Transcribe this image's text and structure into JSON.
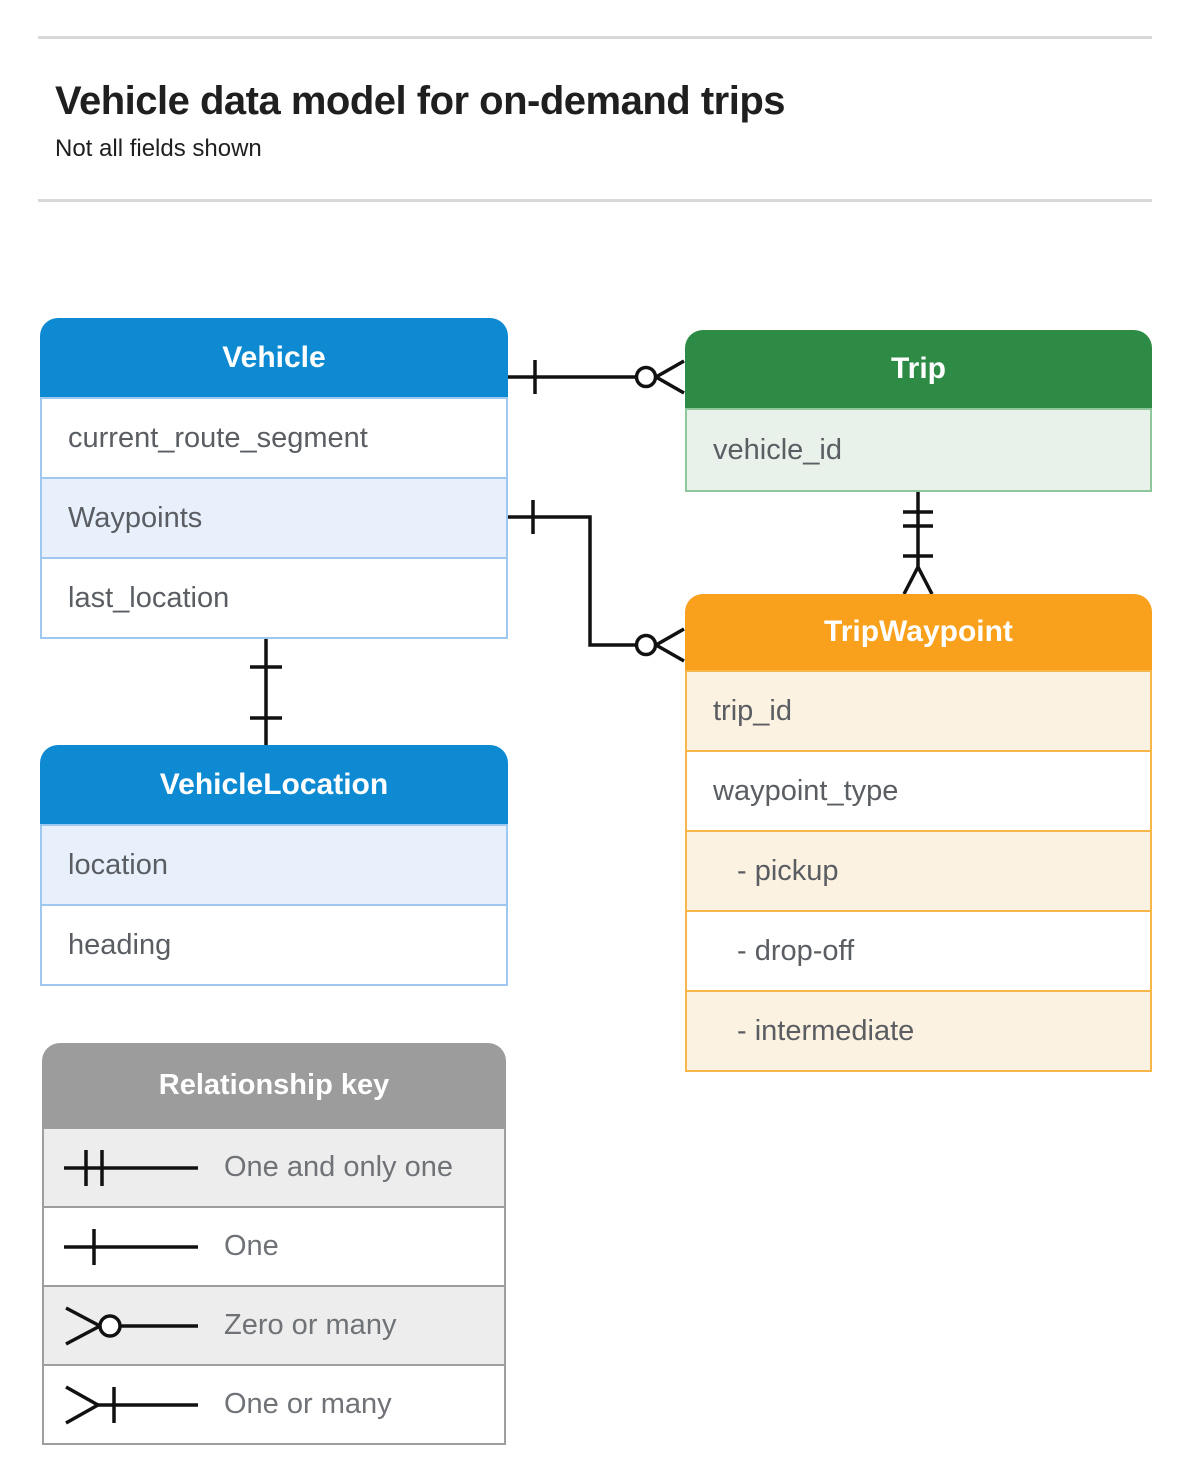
{
  "page": {
    "title": "Vehicle data model for on-demand trips",
    "subtitle": "Not all fields shown"
  },
  "colors": {
    "vehicle_accent": "#0e8ad3",
    "trip_accent": "#2e8b46",
    "trip_waypoint_accent": "#f9a11c",
    "key_accent": "#9c9c9c",
    "highlight_blue": "#e8f1fb",
    "highlight_green": "#e8f2ea",
    "highlight_orange": "#fcf2e1",
    "connector": "#111111"
  },
  "entities": {
    "vehicle": {
      "title": "Vehicle",
      "rows": [
        {
          "label": "current_route_segment"
        },
        {
          "label": "Waypoints"
        },
        {
          "label": "last_location"
        }
      ]
    },
    "trip": {
      "title": "Trip",
      "rows": [
        {
          "label": "vehicle_id"
        }
      ]
    },
    "trip_waypoint": {
      "title": "TripWaypoint",
      "rows": [
        {
          "label": "trip_id"
        },
        {
          "label": "waypoint_type"
        },
        {
          "label": "- pickup"
        },
        {
          "label": "- drop-off"
        },
        {
          "label": "- intermediate"
        }
      ]
    },
    "vehicle_location": {
      "title": "VehicleLocation",
      "rows": [
        {
          "label": "location"
        },
        {
          "label": "heading"
        }
      ]
    }
  },
  "legend": {
    "title": "Relationship key",
    "items": [
      {
        "label": "One and only one",
        "symbol": "one-and-only-one"
      },
      {
        "label": "One",
        "symbol": "one"
      },
      {
        "label": "Zero or many",
        "symbol": "zero-or-many"
      },
      {
        "label": "One or many",
        "symbol": "one-or-many"
      }
    ]
  },
  "relationships": [
    {
      "from": "Vehicle",
      "to": "Trip",
      "from_end": "One",
      "to_end": "Zero or many"
    },
    {
      "from": "Vehicle (Waypoints)",
      "to": "TripWaypoint",
      "from_end": "One",
      "to_end": "Zero or many"
    },
    {
      "from": "Trip",
      "to": "TripWaypoint",
      "from_end": "One and only one",
      "to_end": "One or many"
    },
    {
      "from": "Vehicle",
      "to": "VehicleLocation",
      "from_end": "One",
      "to_end": "One"
    }
  ]
}
